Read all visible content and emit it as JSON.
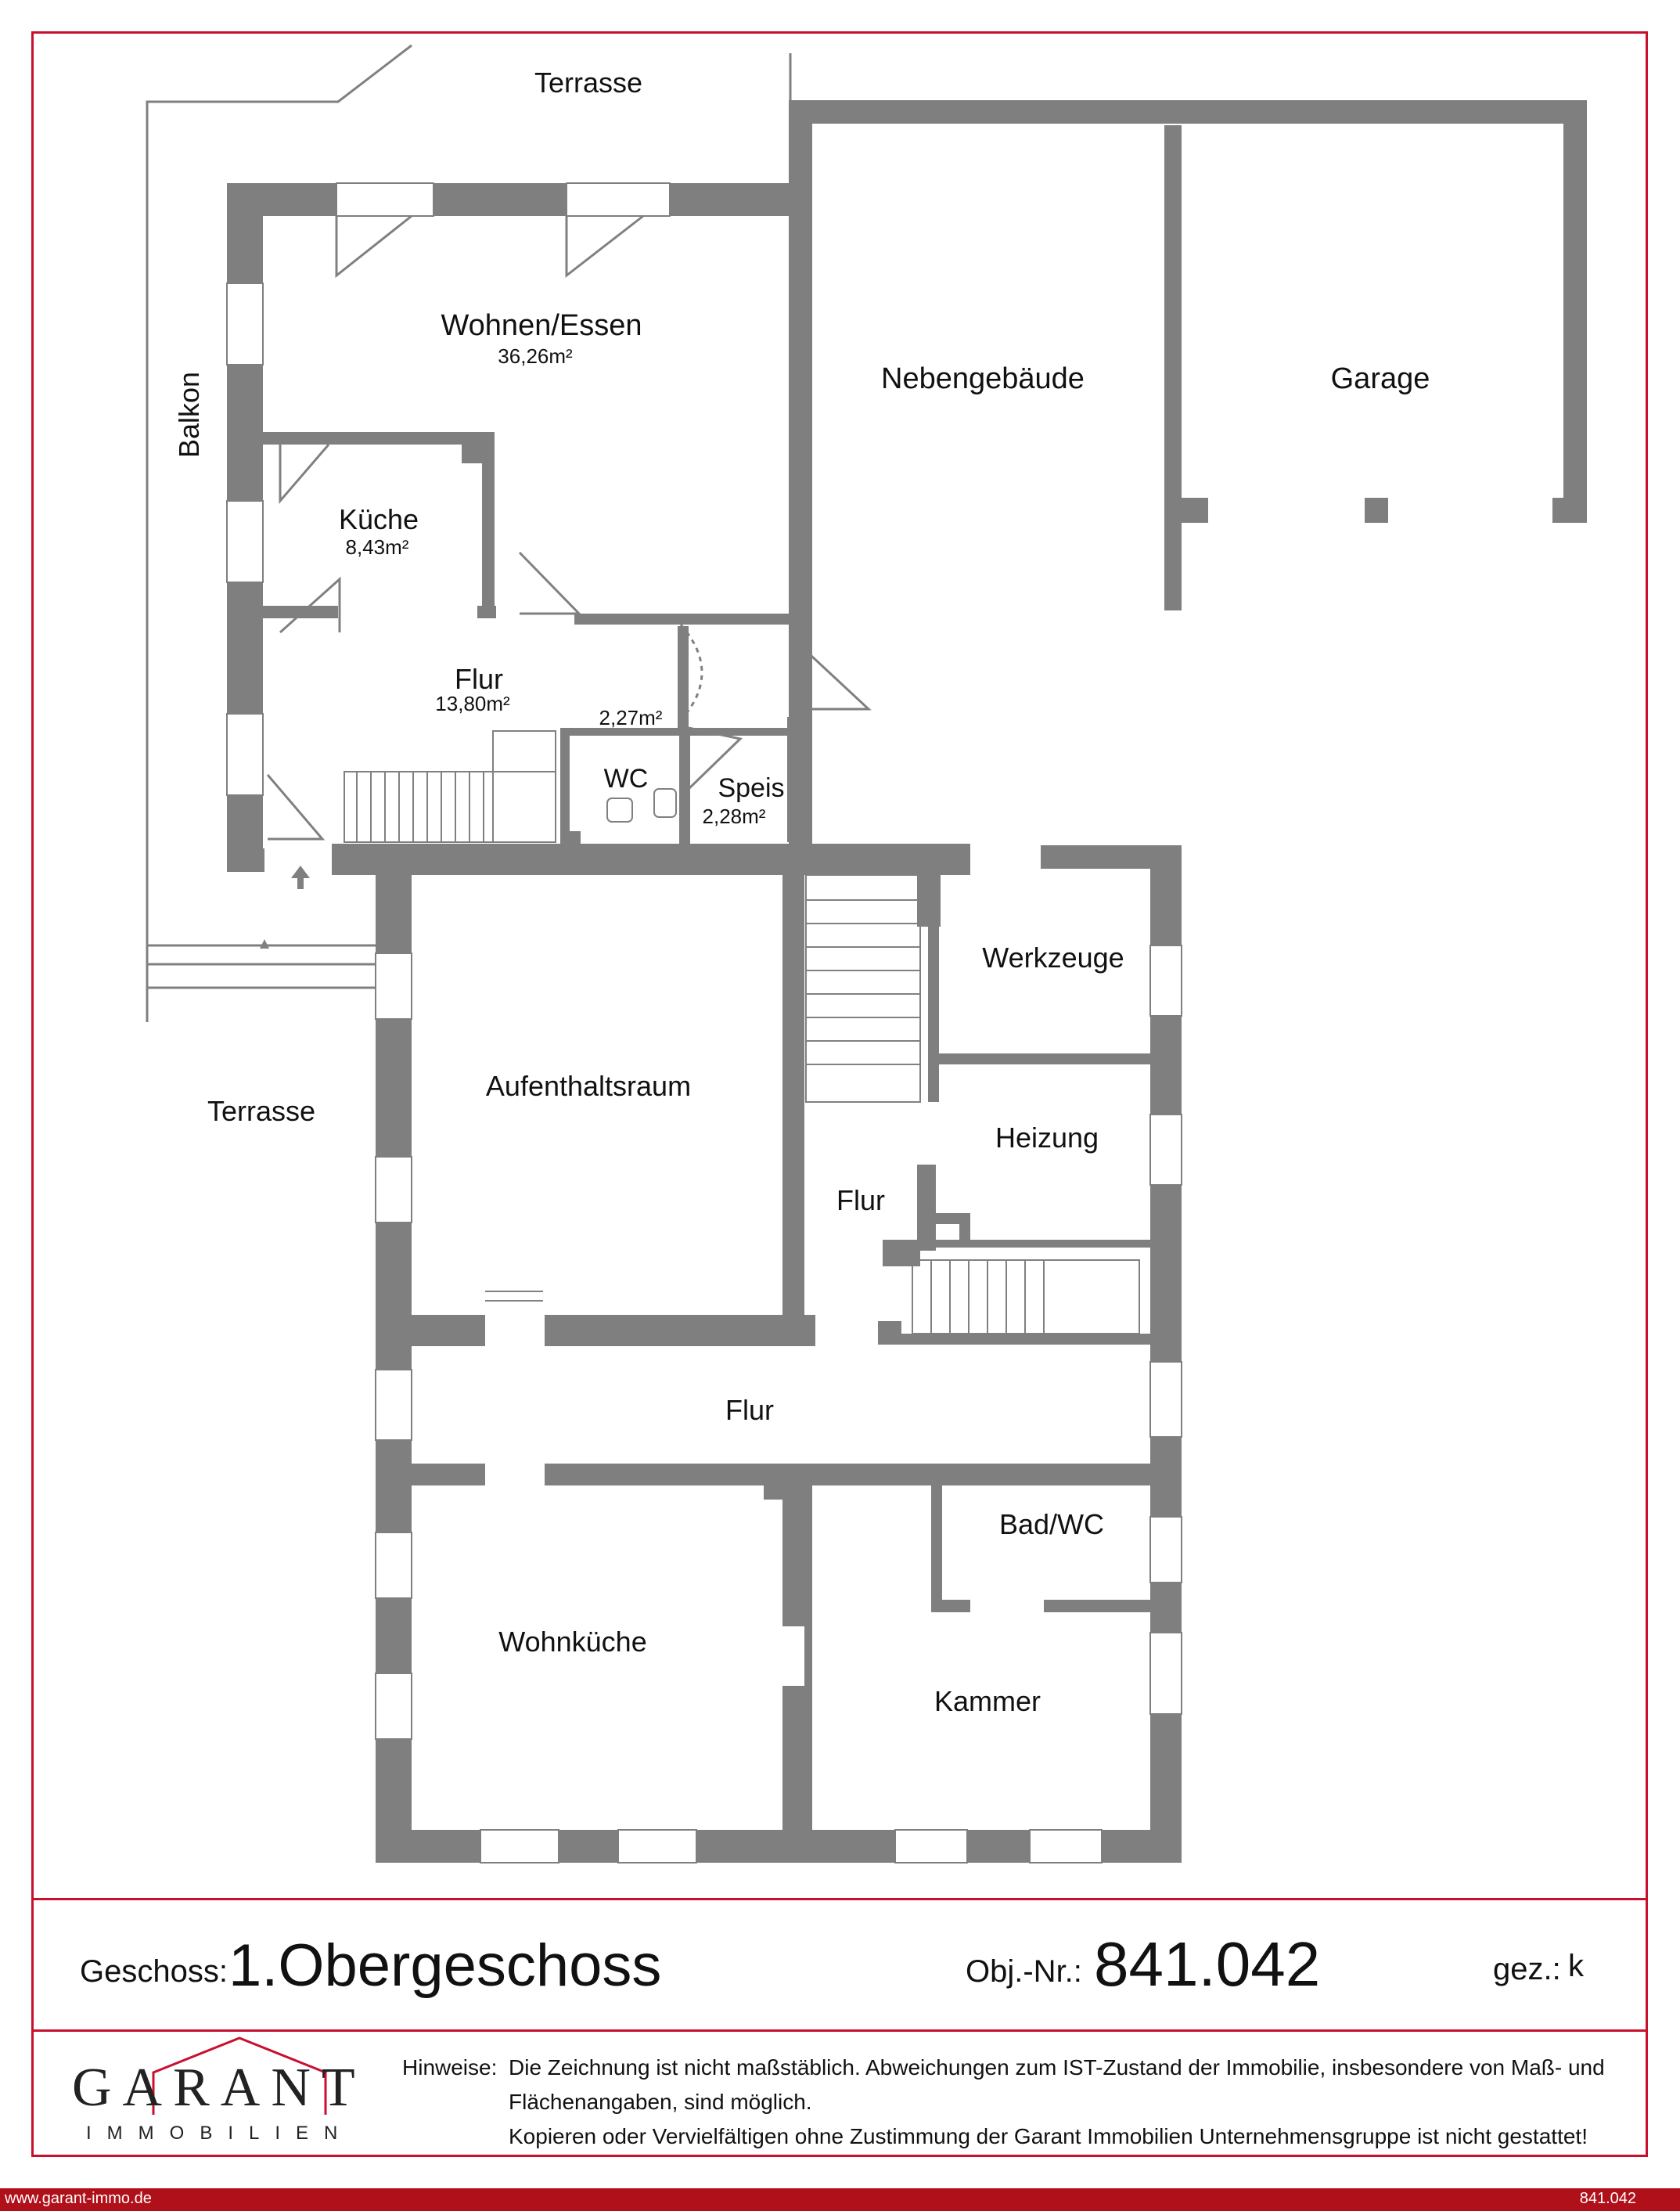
{
  "colors": {
    "wall": "#7f7f7f",
    "frame": "#c8102e",
    "bar": "#b01019",
    "text": "#111111"
  },
  "rooms": {
    "terrace_top": "Terrasse",
    "wohnen_name": "Wohnen/Essen",
    "wohnen_area": "36,26m²",
    "balkon": "Balkon",
    "kueche_name": "Küche",
    "kueche_area": "8,43m²",
    "flur1_name": "Flur",
    "flur1_area": "13,80m²",
    "wc_area": "2,27m²",
    "wc_name": "WC",
    "speis_name": "Speis",
    "speis_area": "2,28m²",
    "nebengebaeude": "Nebengebäude",
    "garage": "Garage",
    "werkzeuge": "Werkzeuge",
    "heizung": "Heizung",
    "flur2": "Flur",
    "aufenthaltsraum": "Aufenthaltsraum",
    "terrace_left": "Terrasse",
    "flur3": "Flur",
    "bad_wc": "Bad/WC",
    "wohnkueche": "Wohnküche",
    "kammer": "Kammer"
  },
  "footer": {
    "geschoss_label": "Geschoss:",
    "geschoss_value": "1.Obergeschoss",
    "obj_label": "Obj.-Nr.:",
    "obj_value": "841.042",
    "gez_label": "gez.:",
    "gez_value": "k"
  },
  "logo": {
    "name": "GARANT",
    "subtitle": "IMMOBILIEN"
  },
  "notes": {
    "label": "Hinweise:",
    "line1": "Die Zeichnung ist nicht maßstäblich. Abweichungen zum IST-Zustand der Immobilie, insbesondere von Maß- und",
    "line2": "Flächenangaben, sind möglich.",
    "line3": "Kopieren oder Vervielfältigen ohne Zustimmung der Garant Immobilien Unternehmensgruppe ist nicht gestattet!"
  },
  "bottom_bar": {
    "website": "www.garant-immo.de",
    "code": "841.042"
  }
}
